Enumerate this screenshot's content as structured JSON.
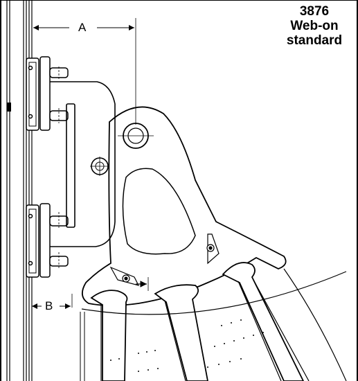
{
  "title": {
    "model": "3876",
    "line2": "Web-on",
    "line3": "standard"
  },
  "dimensions": {
    "a_label": "A",
    "b_label": "B"
  },
  "colors": {
    "line": "#000000",
    "background": "#ffffff"
  }
}
